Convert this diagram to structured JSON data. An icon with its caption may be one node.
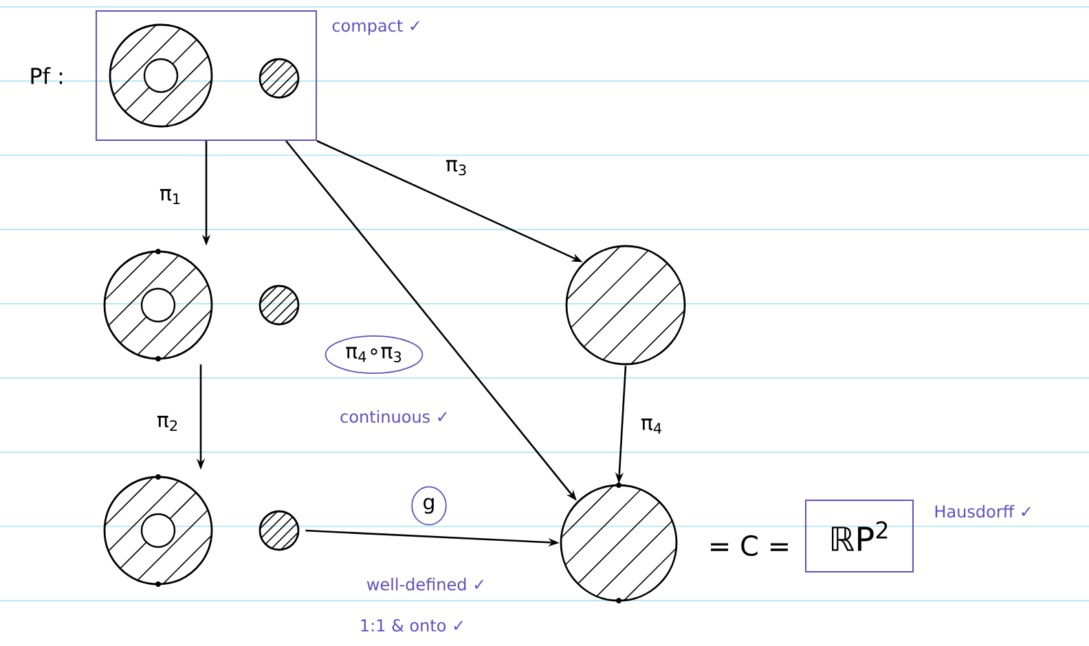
{
  "diagram": {
    "nodes": [
      {
        "text": [],
        "shape": "box",
        "beside": [
          "compact ✓"
        ]
      },
      {
        "text": [],
        "shape": "picture"
      },
      {
        "text": [],
        "shape": "picture"
      },
      {
        "text": [],
        "shape": "circle"
      },
      {
        "text": [],
        "shape": "circle"
      },
      {
        "text": [
          "ℝP$^{2}$"
        ],
        "beside": [
          "Hausdorff ✓"
        ]
      }
    ],
    "edges": [
      {
        "from": 0,
        "to": 1,
        "arrow": "to",
        "label": "π$_{1}$"
      },
      {
        "from": 1,
        "to": 2,
        "arrow": "to",
        "label": "π$_{2}$"
      },
      {
        "from": 0,
        "to": 3,
        "arrow": "to",
        "label": "π$_{3}$"
      },
      {
        "from": 3,
        "to": 4,
        "arrow": "to",
        "label": "π$_{4}$"
      },
      {
        "from": 0,
        "to": 4,
        "arrow": "to",
        "label": "π$_{4}$∘π$_{3}$"
      },
      {
        "from": 2,
        "to": 4,
        "arrow": "to",
        "label": "g"
      }
    ],
    "labels": [
      "Pf :",
      "continuous ✓",
      "well-defined ✓",
      "1:1 & onto ✓",
      "= C ="
    ]
  }
}
